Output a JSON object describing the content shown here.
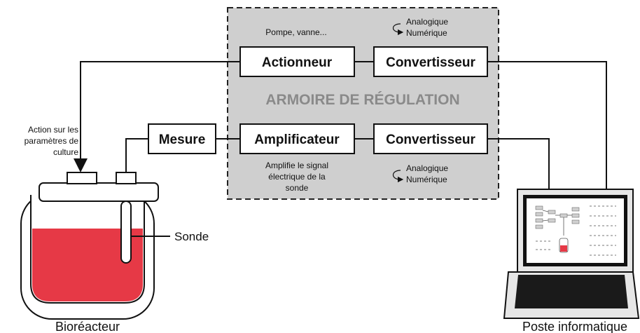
{
  "cabinet": {
    "title": "ARMOIRE DE RÉGULATION"
  },
  "top_row": {
    "actuator_note": "Pompe, vanne...",
    "actuator": "Actionneur",
    "converter": "Convertisseur",
    "conv_line1": "Analogique",
    "conv_line2": "Numérique"
  },
  "bottom_row": {
    "measure": "Mesure",
    "amplifier": "Amplificateur",
    "converter": "Convertisseur",
    "amp_note": [
      "Amplifie le signal",
      "électrique de la",
      "sonde"
    ],
    "conv_line1": "Analogique",
    "conv_line2": "Numérique"
  },
  "action_note": [
    "Action sur les",
    "paramètres de",
    "culture"
  ],
  "probe_label": "Sonde",
  "bioreactor_label": "Bioréacteur",
  "computer_label": "Poste informatique",
  "colors": {
    "culture": "#e63946",
    "cabinet": "#cfcfcf",
    "title": "#8a8a8a",
    "screen": "#111111"
  }
}
